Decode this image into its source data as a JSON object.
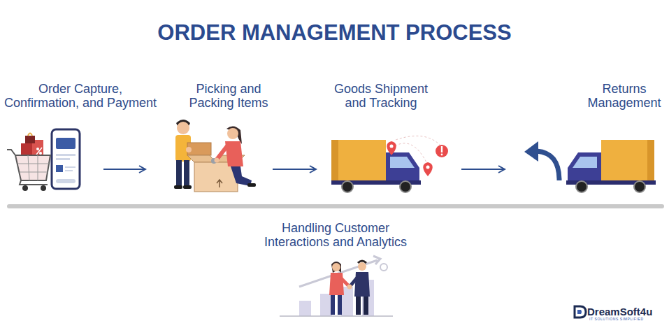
{
  "diagram": {
    "title": "ORDER MANAGEMENT PROCESS",
    "nodes": [
      {
        "text": [
          "Order Capture, Confirmation, and Payment"
        ]
      },
      {
        "text": [
          "Picking and Packing Items"
        ]
      },
      {
        "text": [
          "Goods Shipment and Tracking"
        ]
      },
      {
        "text": [
          "Returns Management"
        ]
      },
      {
        "text": [
          "Handling Customer Interactions and Analytics"
        ]
      }
    ],
    "edges": [
      {
        "from": 0,
        "to": 1,
        "arrow": "to"
      },
      {
        "from": 1,
        "to": 2,
        "arrow": "to"
      },
      {
        "from": 2,
        "to": 3,
        "arrow": "to"
      }
    ],
    "labels": [
      "DreamSoft4u",
      "IT SOLUTIONS SIMPLIFIED"
    ]
  }
}
